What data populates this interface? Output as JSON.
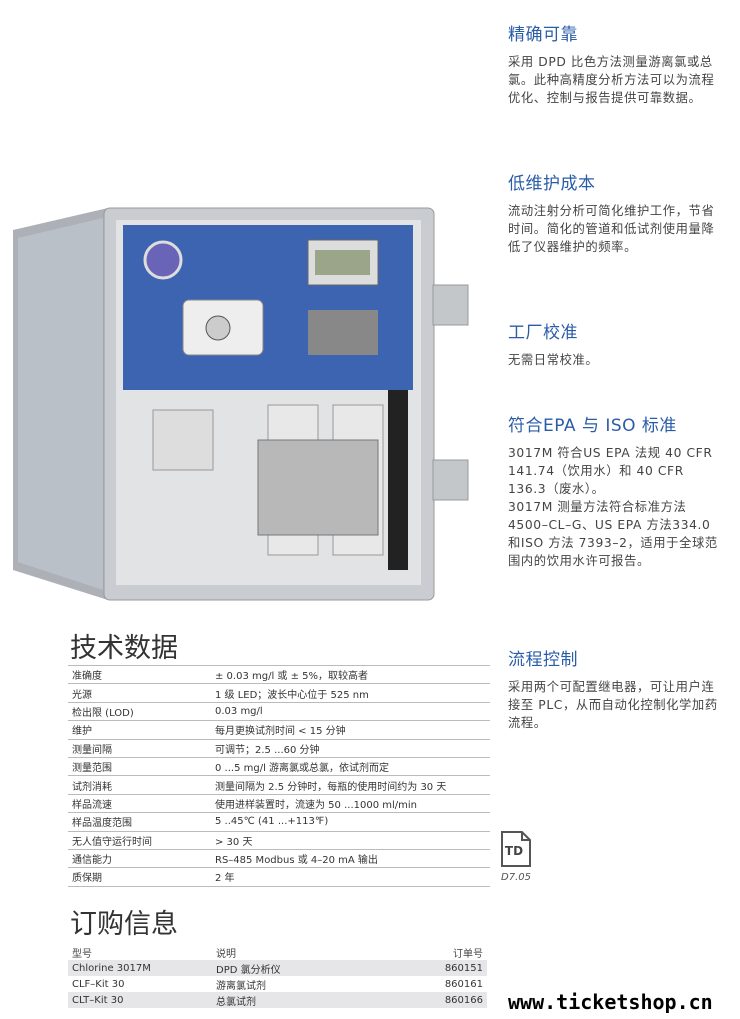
{
  "features": [
    {
      "title": "精确可靠",
      "body": "采用 DPD 比色方法测量游离氯或总氯。此种高精度分析方法可以为流程优化、控制与报告提供可靠数据。"
    },
    {
      "title": "低维护成本",
      "body": "流动注射分析可简化维护工作，节省时间。简化的管道和低试剂使用量降低了仪器维护的频率。"
    },
    {
      "title": "工厂校准",
      "body": "无需日常校准。"
    },
    {
      "title": "符合EPA 与 ISO 标准",
      "body": "3017M 符合US EPA 法规 40 CFR 141.74（饮用水）和 40 CFR 136.3（废水）。",
      "body2": "3017M 测量方法符合标准方法 4500–CL–G、US EPA 方法334.0 和ISO 方法 7393–2，适用于全球范围内的饮用水许可报告。"
    },
    {
      "title": "流程控制",
      "body": "采用两个可配置继电器，可让用户连接至  PLC，从而自动化控制化学加药流程。"
    }
  ],
  "spec": {
    "title": "技术数据",
    "rows": [
      [
        "准确度",
        "± 0.03 mg/l 或 ± 5%，取较高者"
      ],
      [
        "光源",
        "1 级 LED；波长中心位于 525 nm"
      ],
      [
        "检出限 (LOD)",
        "0.03 mg/l"
      ],
      [
        "维护",
        "每月更换试剂时间 < 15 分钟"
      ],
      [
        "测量间隔",
        "可调节；2.5 ...60 分钟"
      ],
      [
        "测量范围",
        "0 ...5 mg/l 游离氯或总氯，依试剂而定"
      ],
      [
        "试剂消耗",
        "测量间隔为 2.5 分钟时，每瓶的使用时间约为 30 天"
      ],
      [
        "样品流速",
        "使用进样装置时，流速为 50 ...1000 ml/min"
      ],
      [
        "样品温度范围",
        "5 ..45℃ (41 ...+113℉)"
      ],
      [
        "无人值守运行时间",
        "> 30 天"
      ],
      [
        "通信能力",
        "RS–485 Modbus 或 4–20 mA 输出"
      ],
      [
        "质保期",
        "2 年"
      ]
    ]
  },
  "td_icon": {
    "label": "TD",
    "code": "D7.05"
  },
  "order": {
    "title": "订购信息",
    "headers": [
      "型号",
      "说明",
      "订单号"
    ],
    "rows": [
      [
        "Chlorine 3017M",
        "DPD 氯分析仪",
        "860151"
      ],
      [
        "CLF–Kit 30",
        "游离氯试剂",
        "860161"
      ],
      [
        "CLT–Kit 30",
        "总氯试剂",
        "860166"
      ]
    ]
  },
  "watermark": "www.ticketshop.cn",
  "colors": {
    "heading": "#2a5ca8",
    "row_alt": "#e6e6e8"
  }
}
